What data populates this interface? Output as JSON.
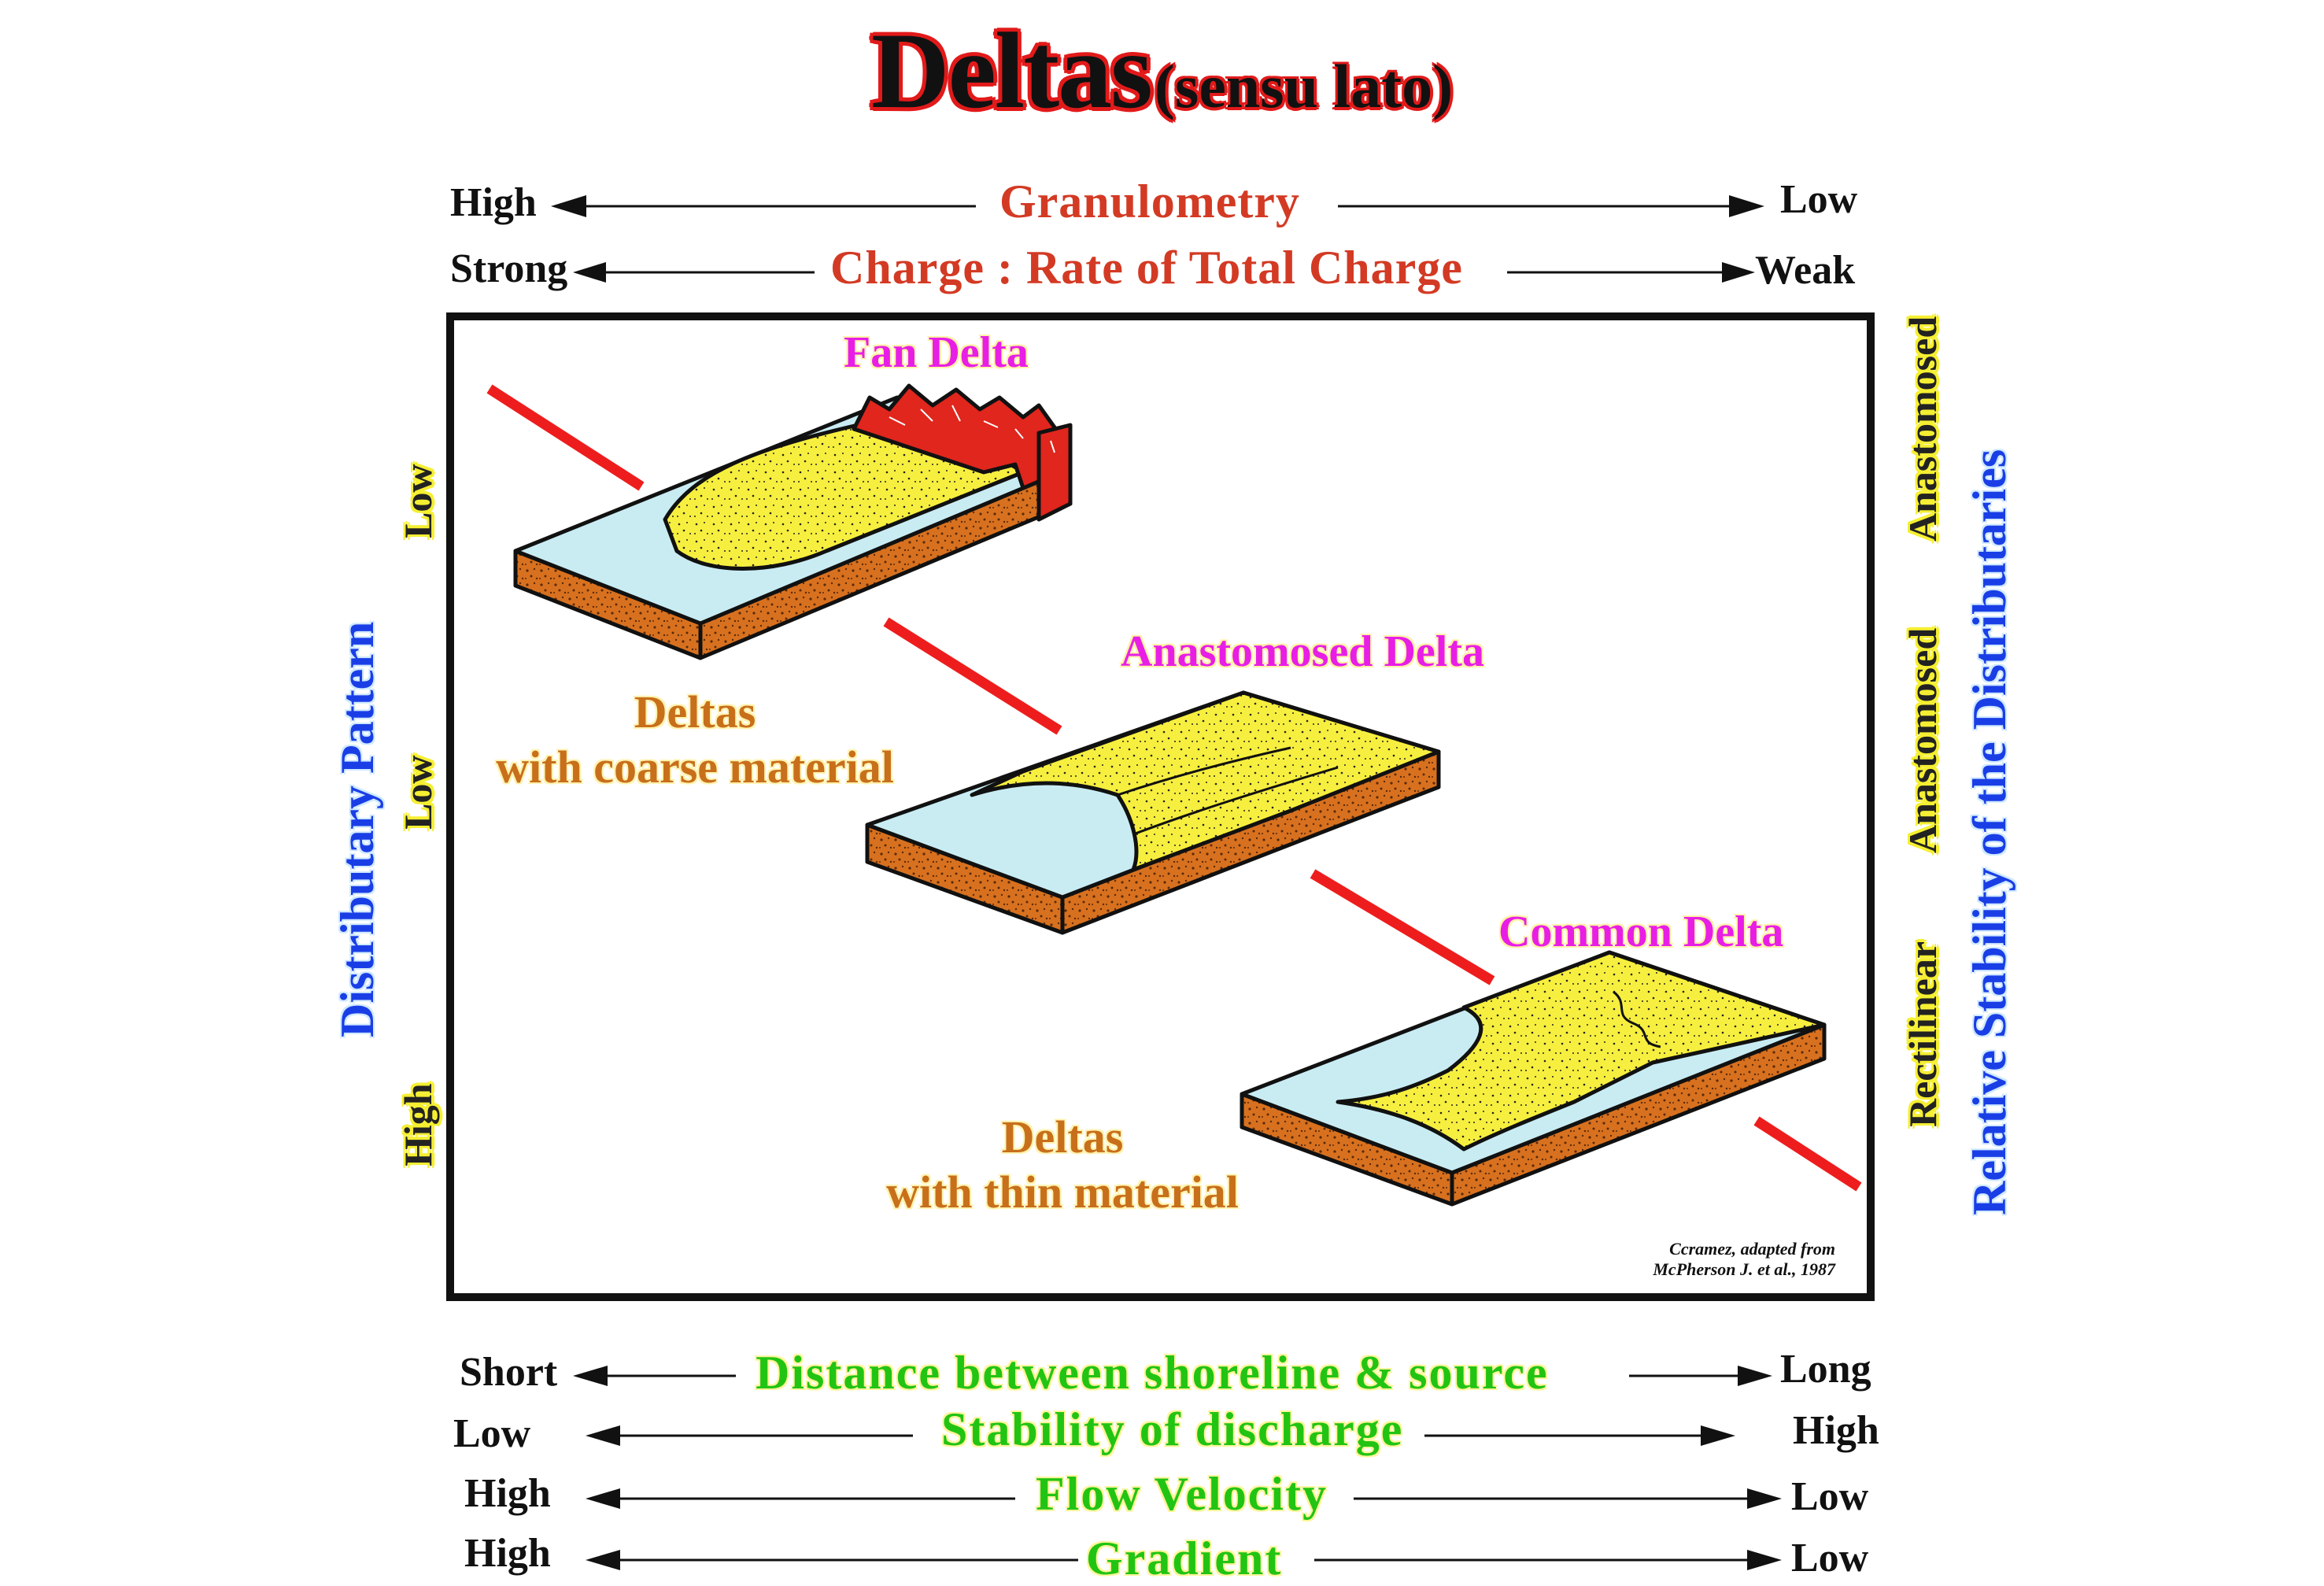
{
  "title": {
    "main": "Deltas",
    "sub": "(sensu lato)"
  },
  "top_axes": [
    {
      "left": "High",
      "label": "Granulometry",
      "right": "Low"
    },
    {
      "left": "Strong",
      "label": "Charge : Rate of Total Charge",
      "right": "Weak"
    }
  ],
  "bottom_axes": [
    {
      "left": "Short",
      "label": "Distance  between  shoreline  &  source",
      "right": "Long"
    },
    {
      "left": "Low",
      "label": "Stability of discharge",
      "right": "High"
    },
    {
      "left": "High",
      "label": "Flow Velocity",
      "right": "Low"
    },
    {
      "left": "High",
      "label": "Gradient",
      "right": "Low"
    }
  ],
  "left_axis": {
    "title": "Distributary  Pattern",
    "levels": [
      "Low",
      "Low",
      "High"
    ]
  },
  "right_axis": {
    "title": "Relative Stability of the Distributaries",
    "levels": [
      "Anastomosed",
      "Anastomosed",
      "Rectilinear"
    ]
  },
  "deltas": [
    {
      "name": "Fan Delta"
    },
    {
      "name": "Anastomosed Delta"
    },
    {
      "name": "Common Delta"
    }
  ],
  "materials": {
    "coarse": {
      "line1": "Deltas",
      "line2": "with coarse material"
    },
    "thin": {
      "line1": "Deltas",
      "line2": "with thin material"
    }
  },
  "credit": {
    "line1": "Ccramez, adapted from",
    "line2": "McPherson J. et al., 1987"
  },
  "colors": {
    "title_outline": "#e21a1a",
    "axis_red": "#d33a24",
    "axis_green": "#22c414",
    "delta_name": "#e81ee6",
    "material": "#c86f1b",
    "water": "#c9ecf3",
    "sand": "#f7ef3f",
    "substrate": "#d8711f",
    "mountain": "#e0261d",
    "divider_line": "#ee1d1d"
  }
}
